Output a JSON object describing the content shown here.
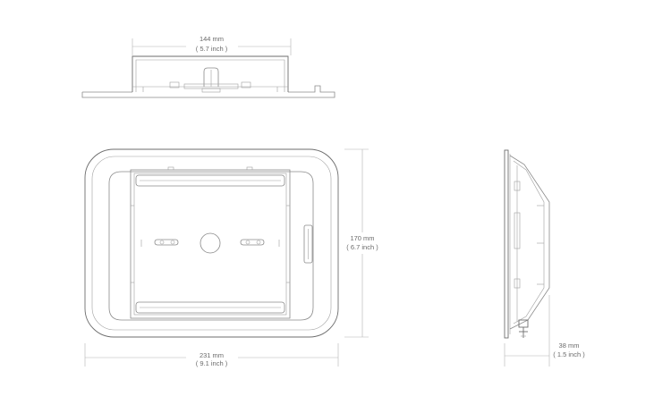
{
  "top_view": {
    "width_mm": "144 mm",
    "width_inch": "( 5.7 inch )"
  },
  "front_view": {
    "width_mm": "231 mm",
    "width_inch": "( 9.1 inch )",
    "height_mm": "170 mm",
    "height_inch": "( 6.7 inch )"
  },
  "side_view": {
    "depth_mm": "38 mm",
    "depth_inch": "( 1.5 inch )"
  },
  "colors": {
    "line": "#8a8a8a",
    "dimension_line": "#b4b4b4",
    "text": "#6a6a6a"
  }
}
